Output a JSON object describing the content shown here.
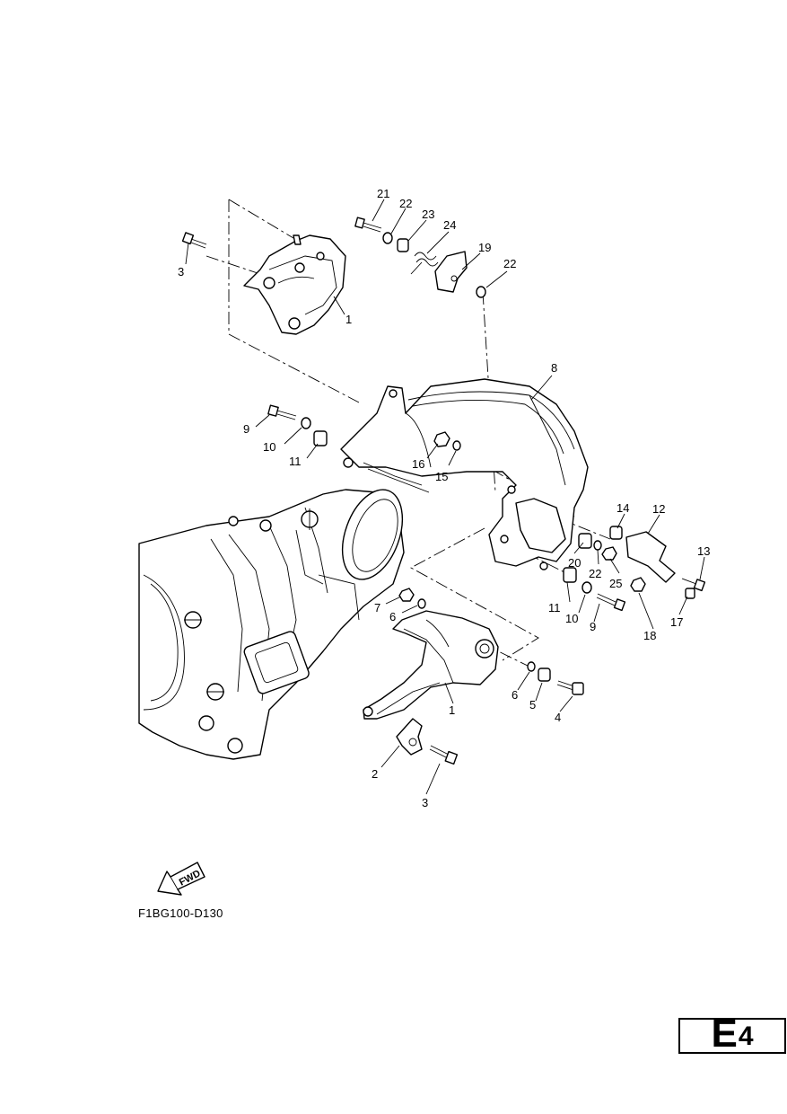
{
  "drawing_code": "F1BG100-D130",
  "fwd_label": "FWD",
  "section": {
    "letter": "E",
    "number": "4"
  },
  "callouts": [
    {
      "label": "21"
    },
    {
      "label": "22"
    },
    {
      "label": "23"
    },
    {
      "label": "24"
    },
    {
      "label": "19"
    },
    {
      "label": "22"
    },
    {
      "label": "3"
    },
    {
      "label": "1"
    },
    {
      "label": "8"
    },
    {
      "label": "9"
    },
    {
      "label": "10"
    },
    {
      "label": "11"
    },
    {
      "label": "16"
    },
    {
      "label": "15"
    },
    {
      "label": "14"
    },
    {
      "label": "12"
    },
    {
      "label": "13"
    },
    {
      "label": "20"
    },
    {
      "label": "22"
    },
    {
      "label": "25"
    },
    {
      "label": "17"
    },
    {
      "label": "11"
    },
    {
      "label": "10"
    },
    {
      "label": "9"
    },
    {
      "label": "18"
    },
    {
      "label": "7"
    },
    {
      "label": "6"
    },
    {
      "label": "1"
    },
    {
      "label": "6"
    },
    {
      "label": "5"
    },
    {
      "label": "4"
    },
    {
      "label": "2"
    },
    {
      "label": "3"
    }
  ]
}
